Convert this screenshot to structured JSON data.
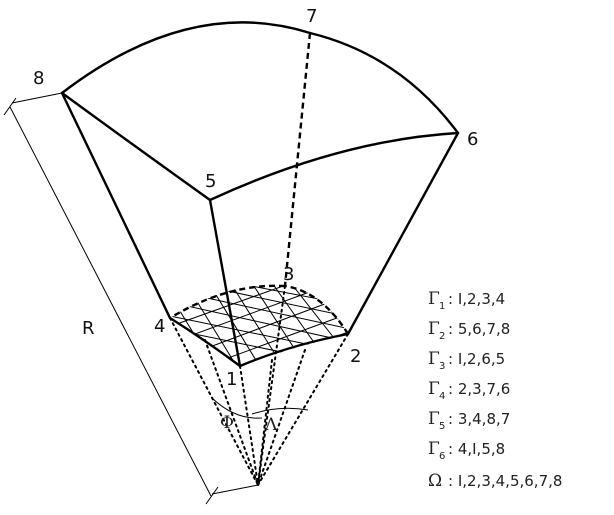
{
  "vertices": {
    "v1": "1",
    "v2": "2",
    "v3": "3",
    "v4": "4",
    "v5": "5",
    "v6": "6",
    "v7": "7",
    "v8": "8"
  },
  "labels": {
    "radius": "R",
    "phi": "Φ",
    "lambda": "Λ"
  },
  "legend": [
    {
      "symbol": "Γ",
      "sub": "1",
      "nodes": ": I,2,3,4"
    },
    {
      "symbol": "Γ",
      "sub": "2",
      "nodes": ": 5,6,7,8"
    },
    {
      "symbol": "Γ",
      "sub": "3",
      "nodes": ": I,2,6,5"
    },
    {
      "symbol": "Γ",
      "sub": "4",
      "nodes": ": 2,3,7,6"
    },
    {
      "symbol": "Γ",
      "sub": "5",
      "nodes": ": 3,4,8,7"
    },
    {
      "symbol": "Γ",
      "sub": "6",
      "nodes": ": 4,I,5,8"
    },
    {
      "symbol": "Ω",
      "sub": "",
      "nodes": ": I,2,3,4,5,6,7,8"
    }
  ]
}
